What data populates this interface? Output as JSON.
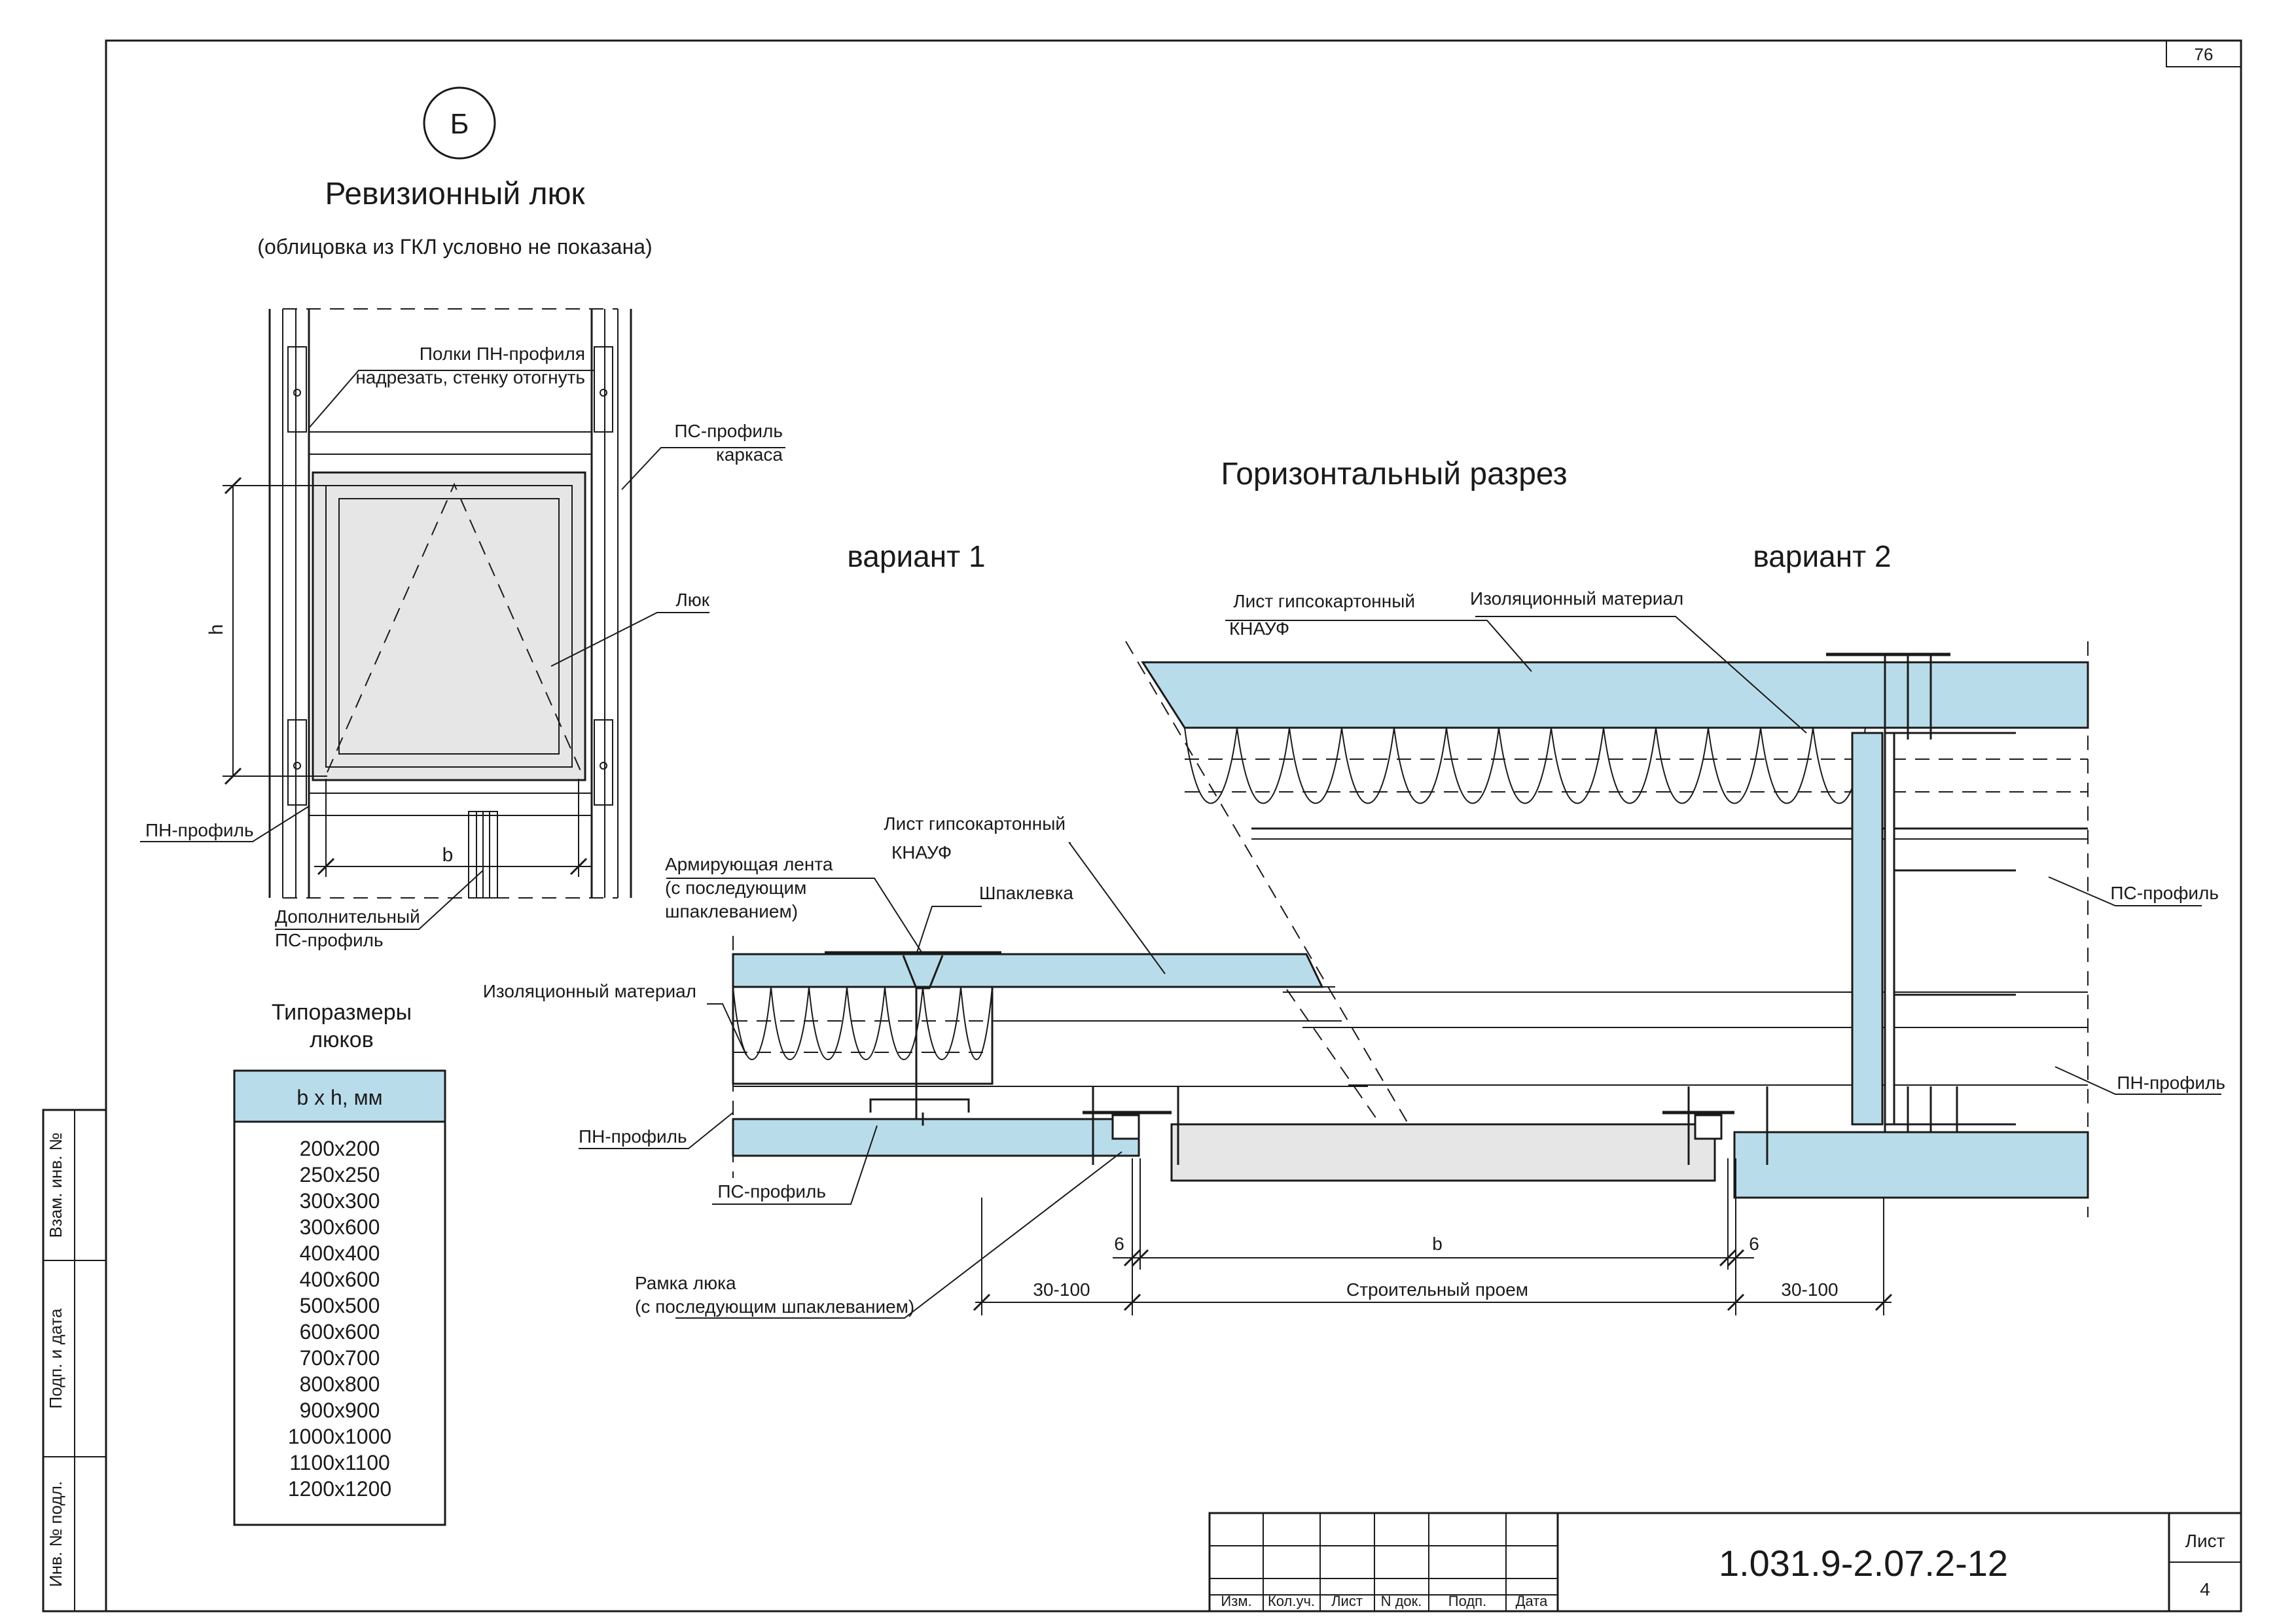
{
  "sheet": {
    "corner_number": "76",
    "doc_code": "1.031.9-2.07.2-12",
    "sheet_label": "Лист",
    "sheet_number": "4",
    "titleblock_cols": [
      "Изм.",
      "Кол.уч.",
      "Лист",
      "N док.",
      "Подп.",
      "Дата"
    ],
    "side_stamps": [
      "Взам. инв. №",
      "Подп. и дата",
      "Инв. № подл."
    ]
  },
  "left": {
    "callout": "Б",
    "title": "Ревизионный люк",
    "subtitle": "(облицовка из ГКЛ условно не показана)",
    "labels": {
      "shelves_1": "Полки ПН-профиля",
      "shelves_2": "надрезать, стенку отогнуть",
      "ps_frame_1": "ПС-профиль",
      "ps_frame_2": "каркаса",
      "hatch": "Люк",
      "pn": "ПН-профиль",
      "extra_1": "Дополнительный",
      "extra_2": "ПС-профиль",
      "dim_h": "h",
      "dim_b": "b"
    },
    "sizes_title_1": "Типоразмеры",
    "sizes_title_2": "люков",
    "sizes_header": "b x h, мм",
    "sizes": [
      "200x200",
      "250x250",
      "300x300",
      "300x600",
      "400x400",
      "400x600",
      "500x500",
      "600x600",
      "700x700",
      "800x800",
      "900x900",
      "1000x1000",
      "1100x1100",
      "1200x1200"
    ]
  },
  "section": {
    "title": "Горизонтальный разрез",
    "variant1": "вариант 1",
    "variant2": "вариант 2",
    "labels": {
      "gkl_top_1": "Лист гипсокартонный",
      "gkl_top_2": "КНАУФ",
      "iso_top": "Изоляционный материал",
      "gkl_mid_1": "Лист гипсокартонный",
      "gkl_mid_2": "КНАУФ",
      "tape_1": "Армирующая лента",
      "tape_2": "(с последующим",
      "tape_3": "шпаклеванием)",
      "putty": "Шпаклевка",
      "iso_left": "Изоляционный материал",
      "pn_left": "ПН-профиль",
      "ps_left": "ПС-профиль",
      "ps_right": "ПС-профиль",
      "pn_right": "ПН-профиль",
      "frame_1": "Рамка люка",
      "frame_2": "(с последующим шпаклеванием)"
    },
    "dims": {
      "six_left": "6",
      "b": "b",
      "six_right": "6",
      "left_range": "30-100",
      "opening": "Строительный проем",
      "right_range": "30-100"
    }
  },
  "colors": {
    "board": "#b9dcea",
    "grey": "#e6e6e6",
    "table_header": "#b9dcea",
    "line": "#1a1a1a"
  }
}
